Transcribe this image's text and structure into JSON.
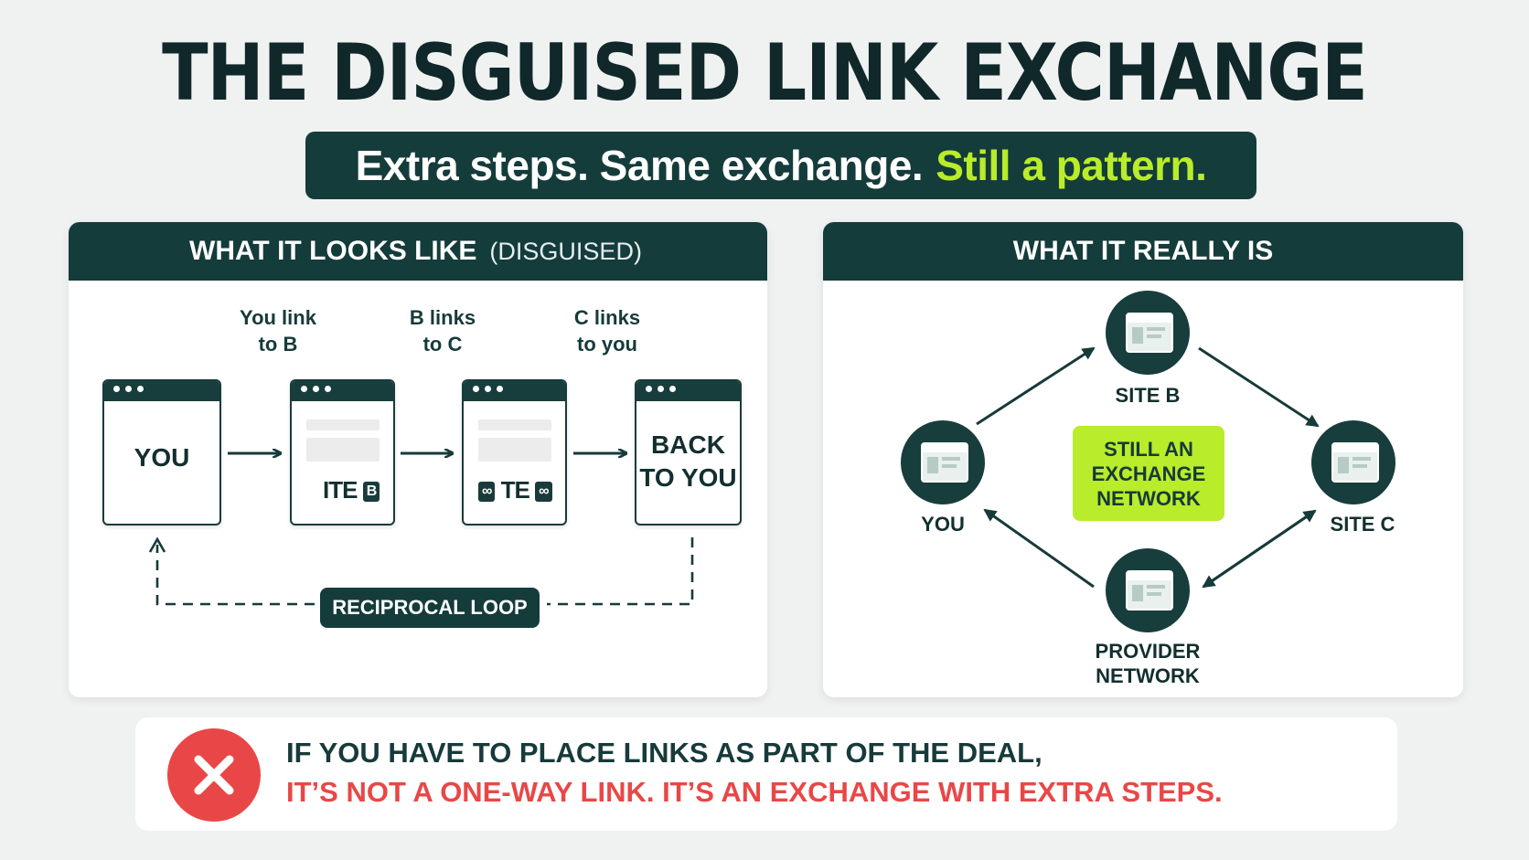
{
  "title": "THE DISGUISED LINK EXCHANGE TRAP",
  "subtitle": {
    "main": "Extra steps. Same exchange.",
    "accent": "Still a pattern."
  },
  "left_panel": {
    "header": "WHAT IT LOOKS LIKE",
    "header_muted": "(DISGUISED)",
    "steps": [
      {
        "line1": "You link",
        "line2": "to B"
      },
      {
        "line1": "B links",
        "line2": "to C"
      },
      {
        "line1": "C links",
        "line2": "to you"
      }
    ],
    "boxes": {
      "you": "YOU",
      "site_b_text": "ITE",
      "site_b_badge": "B",
      "site_c_text": "TE",
      "back_line1": "BACK",
      "back_line2": "TO YOU"
    },
    "loop_label": "RECIPROCAL LOOP"
  },
  "right_panel": {
    "header": "WHAT IT REALLY IS",
    "nodes": {
      "site_b": "SITE B",
      "you": "YOU",
      "site_c": "SITE C",
      "provider_line1": "PROVIDER",
      "provider_line2": "NETWORK"
    },
    "center_badge": [
      "STILL AN",
      "EXCHANGE",
      "NETWORK"
    ]
  },
  "warning": {
    "line1": "IF YOU HAVE TO PLACE LINKS AS PART OF THE DEAL,",
    "line2": "IT’S NOT A ONE-WAY LINK. IT’S AN EXCHANGE WITH EXTRA STEPS."
  },
  "colors": {
    "dark_teal": "#143c3b",
    "accent_lime": "#b9ec2a",
    "warning_red": "#e94747",
    "background": "#f0f2f2"
  }
}
